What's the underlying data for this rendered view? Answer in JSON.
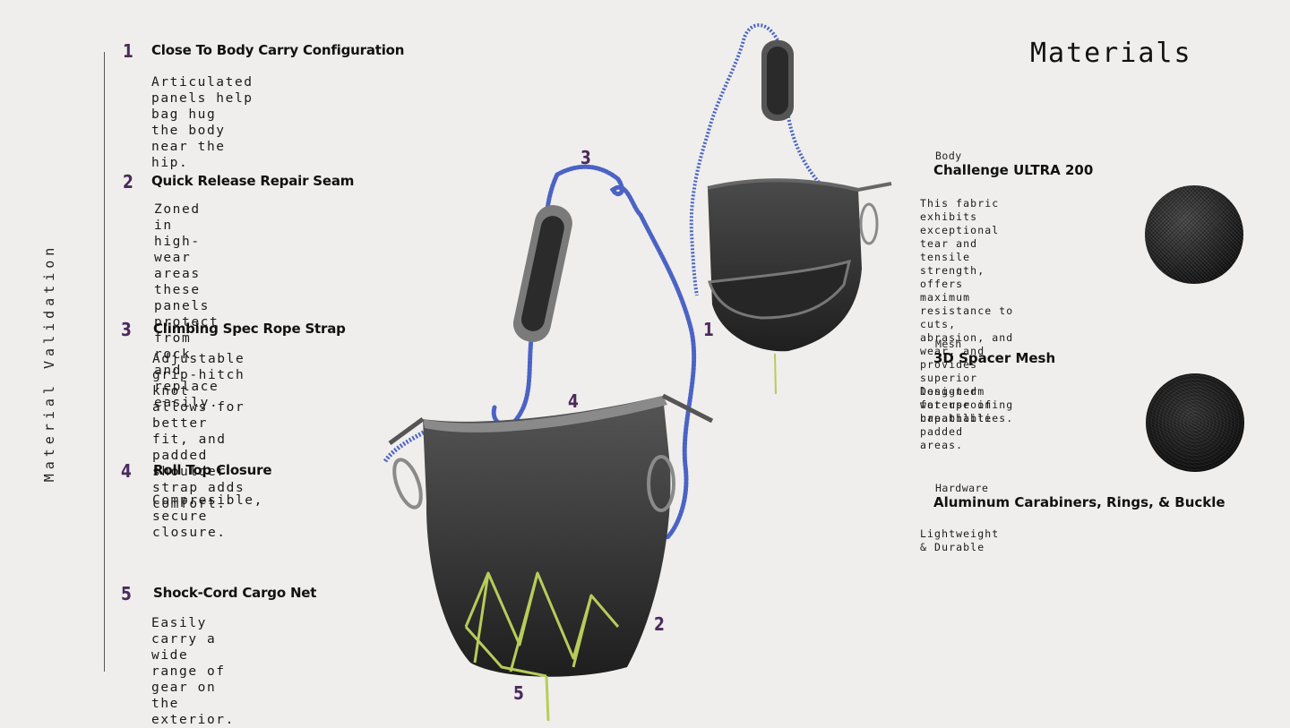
{
  "side_title": "Material Validation",
  "features": [
    {
      "number": "1",
      "title": "Close To Body Carry Configuration",
      "description": "Articulated panels help bag hug\nthe body near the hip."
    },
    {
      "number": "2",
      "title": "Quick Release Repair Seam",
      "description": "Zoned in high-wear areas\nthese panels protect from\nrock and replace easily."
    },
    {
      "number": "3",
      "title": "Climbing Spec Rope Strap",
      "description": "Adjustable grip-hitch\nknot allows for better\nfit, and padded shoulder\nstrap adds comfort."
    },
    {
      "number": "4",
      "title": "Roll Top Closure",
      "description": "Compresible, secure\nclosure."
    },
    {
      "number": "5",
      "title": "Shock-Cord Cargo Net",
      "description": "Easily carry a wide range of\ngear on the exterior."
    }
  ],
  "callouts": {
    "c1": "1",
    "c2": "2",
    "c3": "3",
    "c4": "4",
    "c5": "5"
  },
  "materials_heading": "Materials",
  "materials": [
    {
      "category": "Body",
      "name": "Challenge ULTRA 200",
      "description": "This fabric exhibits\nexceptional tear and\ntensile strength, offers\nmaximum resistance to cuts,\nabrasion, and wear, and\nprovides superior long-term\nwaterproofing capabilities.",
      "swatch": "woven-fabric-swatch"
    },
    {
      "category": "Mesh",
      "name": "3D Spacer Mesh",
      "description": "Designed for use in\nbreathable padded areas.",
      "swatch": "spacer-mesh-swatch"
    },
    {
      "category": "Hardware",
      "name": "Aluminum Carabiners, Rings, & Buckle",
      "description": "Lightweight & Durable"
    }
  ],
  "colors": {
    "background": "#efeeec",
    "accent_number": "#4b2a5c",
    "bag_body": "#3a3a3a",
    "rope": "#4b63c4",
    "shock_cord": "#b7cc5a"
  }
}
